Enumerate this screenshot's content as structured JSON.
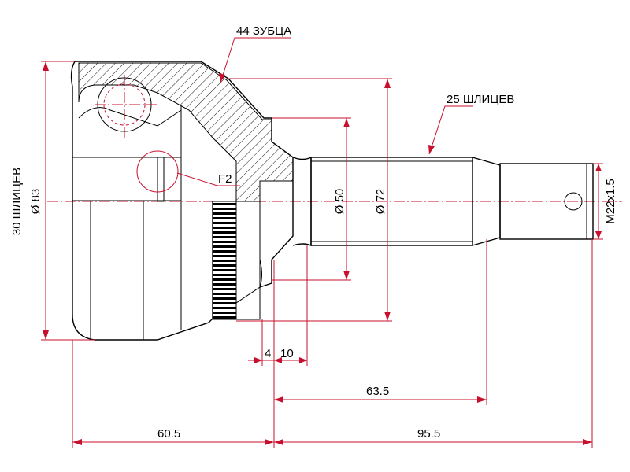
{
  "labels": {
    "teeth": "44 ЗУБЦА",
    "spline_outer": "25 ШЛИЦЕВ",
    "spline_inner": "30 ШЛИЦЕВ",
    "d83": "Ø 83",
    "f2": "F2",
    "d50": "Ø 50",
    "d72": "Ø 72",
    "thread": "M22x1.5",
    "dim_4": "4",
    "dim_10": "10",
    "dim_63_5": "63.5",
    "dim_60_5": "60.5",
    "dim_95_5": "95.5"
  },
  "colors": {
    "dimension": "#c8102e",
    "outline": "#000000"
  }
}
